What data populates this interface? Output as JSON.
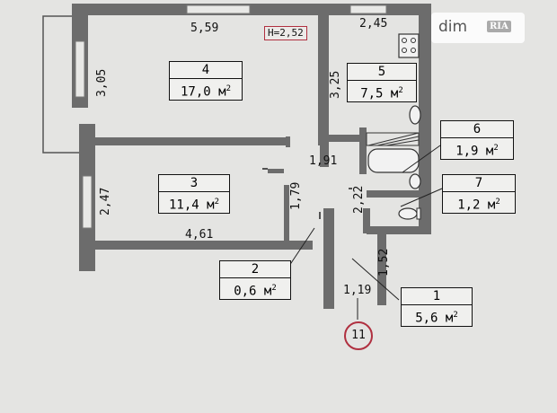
{
  "ceiling_height": "H=2,52",
  "rooms": [
    {
      "number": "4",
      "area": "17,0 м",
      "unit_sup": "2"
    },
    {
      "number": "5",
      "area": "7,5 м",
      "unit_sup": "2"
    },
    {
      "number": "3",
      "area": "11,4 м",
      "unit_sup": "2"
    },
    {
      "number": "6",
      "area": "1,9 м",
      "unit_sup": "2"
    },
    {
      "number": "7",
      "area": "1,2 м",
      "unit_sup": "2"
    },
    {
      "number": "2",
      "area": "0,6 м",
      "unit_sup": "2"
    },
    {
      "number": "1",
      "area": "5,6 м",
      "unit_sup": "2"
    }
  ],
  "dimensions": {
    "d559": "5,59",
    "d245": "2,45",
    "d305": "3,05",
    "d325": "3,25",
    "d191": "1,91",
    "d179": "1,79",
    "d247": "2,47",
    "d222": "2,22",
    "d461": "4,61",
    "d152": "1,52",
    "d119": "1,19"
  },
  "entry_marker": "11",
  "watermark": {
    "brand": "dim",
    "badge": "RIA"
  }
}
